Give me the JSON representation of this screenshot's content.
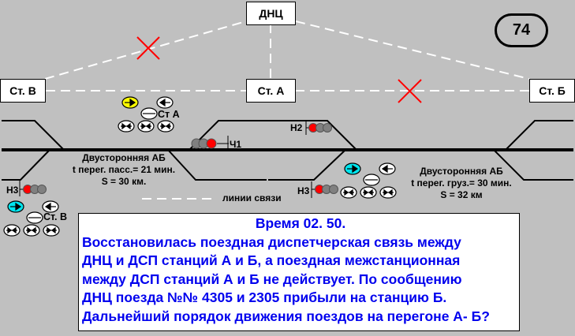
{
  "nodes": {
    "dnc": "ДНЦ",
    "st_v": "Ст. В",
    "st_a": "Ст. А",
    "st_b": "Ст. Б"
  },
  "slide_number": "74",
  "panels": {
    "st_a": {
      "label": "Ст А",
      "departure_arrow_color": "#ffff00"
    },
    "st_b_side": {
      "label": "",
      "departure_arrow_color": "#00e5ee"
    },
    "st_v": {
      "label": "Ст. В",
      "departure_arrow_color": "#00e5ee"
    }
  },
  "signals": {
    "ch1": "Ч1",
    "n2": "Н2",
    "n3_left": "Н3",
    "n3_right": "Н3"
  },
  "signal_colors": {
    "red": "#ff0000",
    "off": "#808080"
  },
  "haul_left": {
    "line1": "Двусторонняя АБ",
    "line2": "t перег. пасс.= 21 мин.",
    "line3": "S = 30 км."
  },
  "haul_right": {
    "line1": "Двусторонняя АБ",
    "line2": "t перег. груз.= 30 мин.",
    "line3": "S = 32 км"
  },
  "legend": {
    "comm_lines": "линии связи"
  },
  "broken_links": [
    "ДНЦ — Ст. В",
    "Ст. А — Ст. Б"
  ],
  "message": {
    "title": "Время 02. 50.",
    "lines": [
      "Восстановилась поездная диспетчерская связь между",
      "ДНЦ и ДСП станций А и  Б, а поездная межстанционная",
      "между ДСП станций А и Б не действует. По сообщению",
      "ДНЦ поезда №№ 4305 и 2305 прибыли на станцию Б.",
      "Дальнейший порядок движения поездов на перегоне А- Б?"
    ]
  },
  "colors": {
    "message_text": "#0000ee",
    "cross": "#ff0000",
    "background": "#c0c0c0"
  }
}
